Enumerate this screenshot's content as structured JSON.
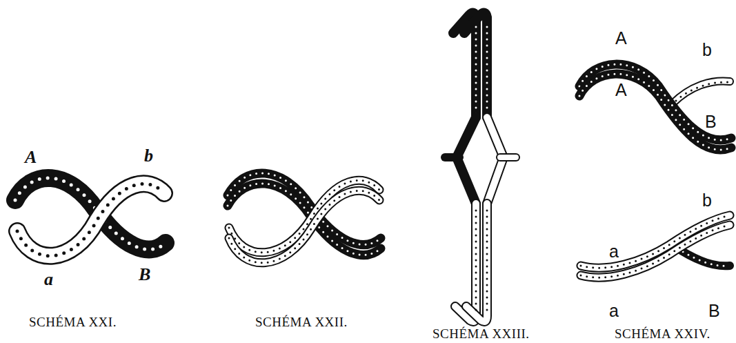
{
  "diagram": {
    "labels": [
      "A",
      "b",
      "a",
      "B",
      "SCHÉMA XXI.",
      "SCHÉMA XXII.",
      "SCHÉMA XXIII.",
      "SCHÉMA XXIV.",
      "A",
      "b",
      "A",
      "B",
      "b",
      "a",
      "a",
      "B"
    ]
  }
}
